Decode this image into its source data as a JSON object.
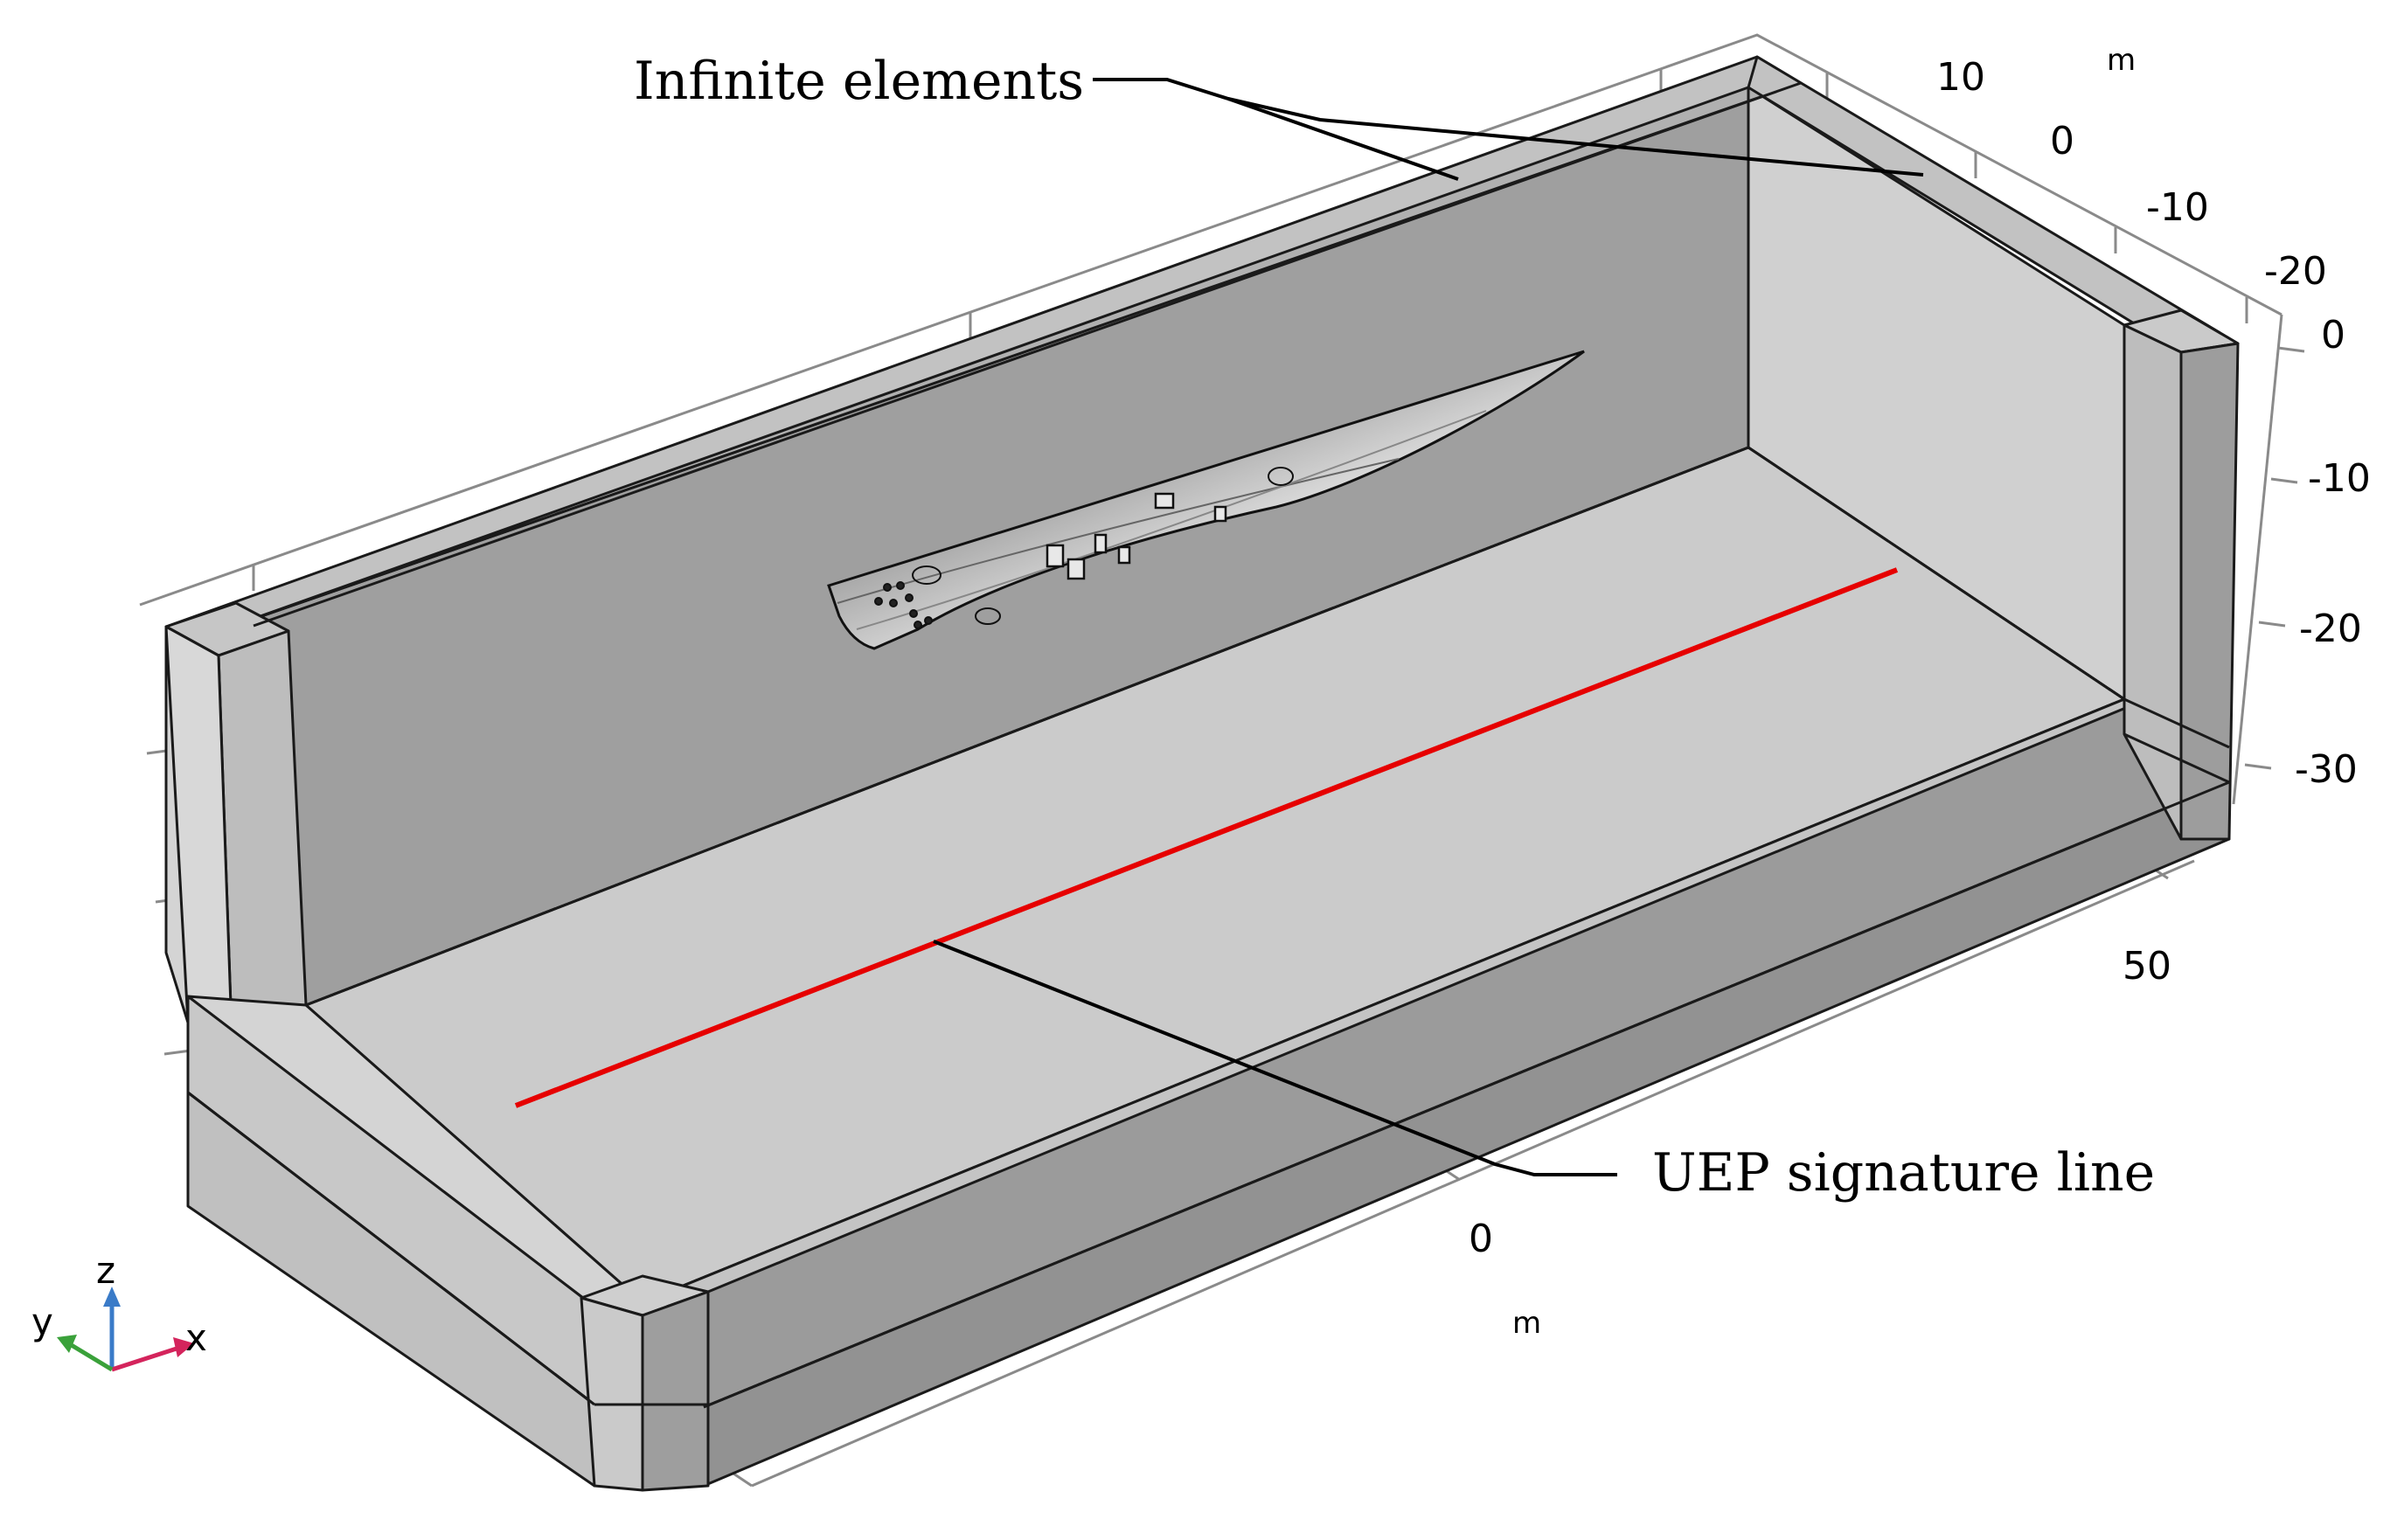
{
  "annotations": {
    "infinite_elements": "Infinite elements",
    "uep_line": "UEP signature line"
  },
  "axis_units": {
    "top": "m",
    "bottom": "m"
  },
  "ticks": {
    "y_axis": [
      "10",
      "0",
      "-10",
      "-20"
    ],
    "z_axis": [
      "0",
      "-10",
      "-20",
      "-30"
    ],
    "x_axis": [
      "0",
      "50"
    ]
  },
  "triad": {
    "x": "x",
    "y": "y",
    "z": "z"
  },
  "colors": {
    "signature_line": "#e60000",
    "x_axis": "#d4245c",
    "y_axis": "#3aa13a",
    "z_axis": "#3a7bc8",
    "face_light": "#d6d6d6",
    "face_mid": "#bdbdbd",
    "face_dark": "#9a9a9a"
  }
}
